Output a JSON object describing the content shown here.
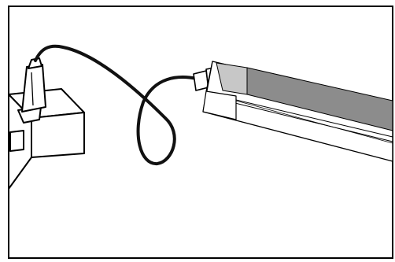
{
  "illustration": {
    "frame_color": "#000000",
    "background_color": "#ffffff",
    "cable_color": "#111111",
    "tube_fill_color": "#8c8c8c",
    "tube_end_cap_color": "#c7c7c7",
    "outlet_fill_color": "#ffffff",
    "components": [
      "power-strip",
      "plug",
      "power-cable",
      "tube-connector",
      "led-tube-light"
    ]
  }
}
